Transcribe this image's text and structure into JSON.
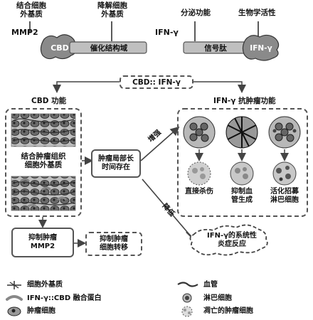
{
  "top": {
    "mmp2_label": "MMP2",
    "bind_ecm": [
      "结合细胞",
      "外基质"
    ],
    "degrade_ecm": [
      "降解细胞",
      "外基质"
    ],
    "cbd_label": "CBD",
    "catalytic_label": "催化结构域",
    "ifn_label": "IFN-γ",
    "secretion_label": "分泌功能",
    "bioactivity_label": "生物学活性",
    "signal_label": "信号肽",
    "ifn_domain_label": "IFN-γ"
  },
  "fusion_label": "CBD:: IFN-γ",
  "left": {
    "title": "CBD 功能",
    "bind_tumor_ecm": [
      "结合肿瘤组织",
      "细胞外基质"
    ],
    "inhibit_mmp2": [
      "抑制肿瘤",
      "MMP2"
    ],
    "inhibit_metastasis": [
      "抑制肿瘤",
      "细胞转移"
    ]
  },
  "middle": {
    "local_persist": [
      "肿瘤局部长",
      "时间存在"
    ],
    "increase": "增强",
    "decrease": "降低"
  },
  "right": {
    "title": "IFN-γ 抗肿瘤功能",
    "effects": [
      [
        "直接杀伤"
      ],
      [
        "抑制血",
        "管生成"
      ],
      [
        "活化招募",
        "淋巴细胞"
      ]
    ],
    "systemic": [
      "IFN-γ的系统性",
      "炎症反应"
    ]
  },
  "legend": {
    "ecm": "细胞外基质",
    "vessel": "血管",
    "fusion_protein": "IFN-γ::CBD 融合蛋白",
    "lymphocyte": "淋巴细胞",
    "tumor_cell": "肿瘤细胞",
    "dead_tumor_cell": "凋亡的肿瘤细胞"
  }
}
